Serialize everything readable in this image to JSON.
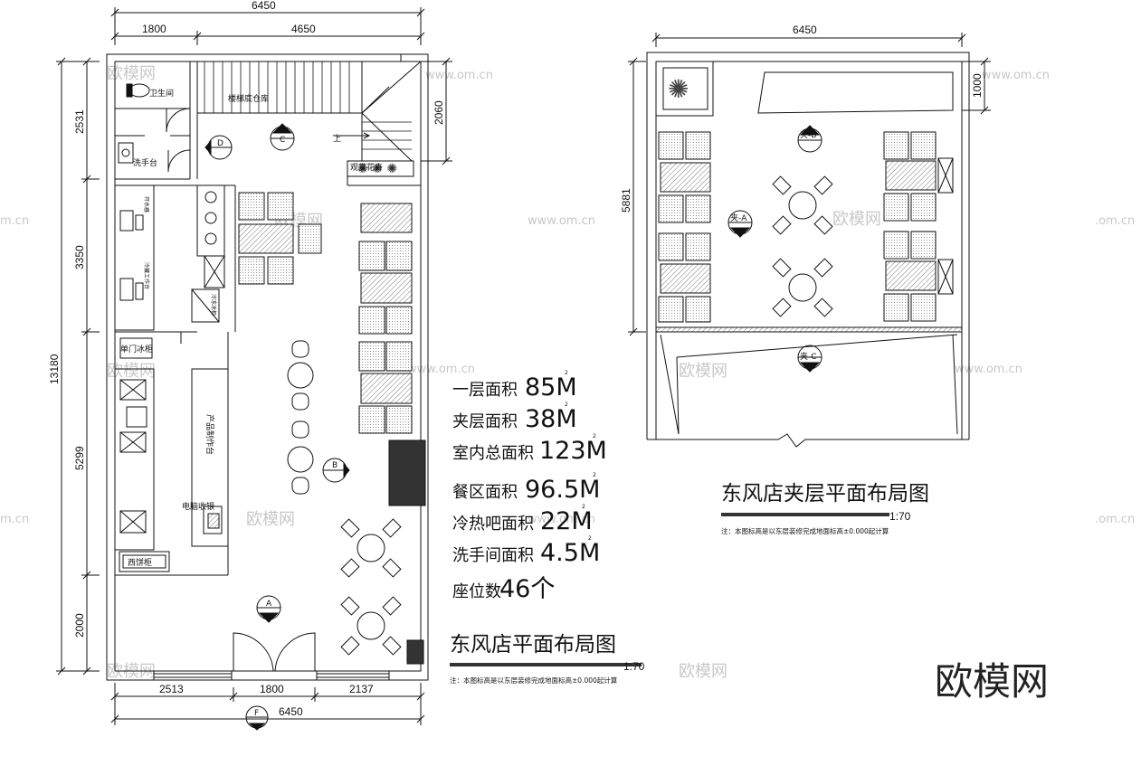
{
  "watermarks": {
    "url": "www.om.cn",
    "logo": "欧模网",
    "partial": ".om.cn",
    "partial_left": "m.cn"
  },
  "brand_logo": "欧模网",
  "ground": {
    "dims_top": {
      "total": "6450",
      "left": "1800",
      "right": "4650"
    },
    "dims_bottom": {
      "a": "2513",
      "b": "1800",
      "c": "2137",
      "total": "6450"
    },
    "dims_left": {
      "total": "13180",
      "d1": "2531",
      "d2": "3350",
      "d3": "5299",
      "d4": "2000"
    },
    "dim_right_stair": "2060",
    "rooms": {
      "toilet": "卫生间",
      "basin": "洗手台",
      "stair_storage": "楼梯底仓库",
      "up": "上",
      "single_fridge": "单门冰柜",
      "showcase": "西饼柜",
      "pos": "电脑收银",
      "bar": "产品制作台",
      "planter": "观赏花卉",
      "equip1": "开水器",
      "equip2": "冷藏工作台",
      "equip3": "冷冻冰柜"
    },
    "bubbles": {
      "a": "A",
      "b": "B",
      "c": "C",
      "d": "D",
      "f": "F"
    },
    "title": "东风店平面布局图",
    "scale": "1:70",
    "note": "注：本图标高是以东层装修完成地面标高±0.000起计算"
  },
  "areas": [
    {
      "label": "一层面积",
      "value": "85M",
      "sup": "2"
    },
    {
      "label": "夹层面积",
      "value": "38M",
      "sup": "2"
    },
    {
      "label": "室内总面积",
      "value": "123M",
      "sup": "2"
    },
    {
      "label": "餐区面积",
      "value": "96.5M",
      "sup": "2"
    },
    {
      "label": "冷热吧面积",
      "value": "22M",
      "sup": "2"
    },
    {
      "label": "洗手间面积",
      "value": "4.5M",
      "sup": "2"
    },
    {
      "label": "座位数",
      "value": "46个",
      "sup": ""
    }
  ],
  "mezzanine": {
    "dim_top": "6450",
    "dim_left": "5881",
    "dim_right": "1000",
    "bubbles": {
      "a": "夹-A",
      "b": "夹-B",
      "c": "夹-C"
    },
    "title": "东风店夹层平面布局图",
    "scale": "1:70",
    "note": "注：本图标高是以东层装修完成地面标高±0.000起计算"
  },
  "colors": {
    "line": "#111111",
    "hatch": "#888888",
    "solid": "#333333",
    "watermark": "#c8c8c8"
  }
}
